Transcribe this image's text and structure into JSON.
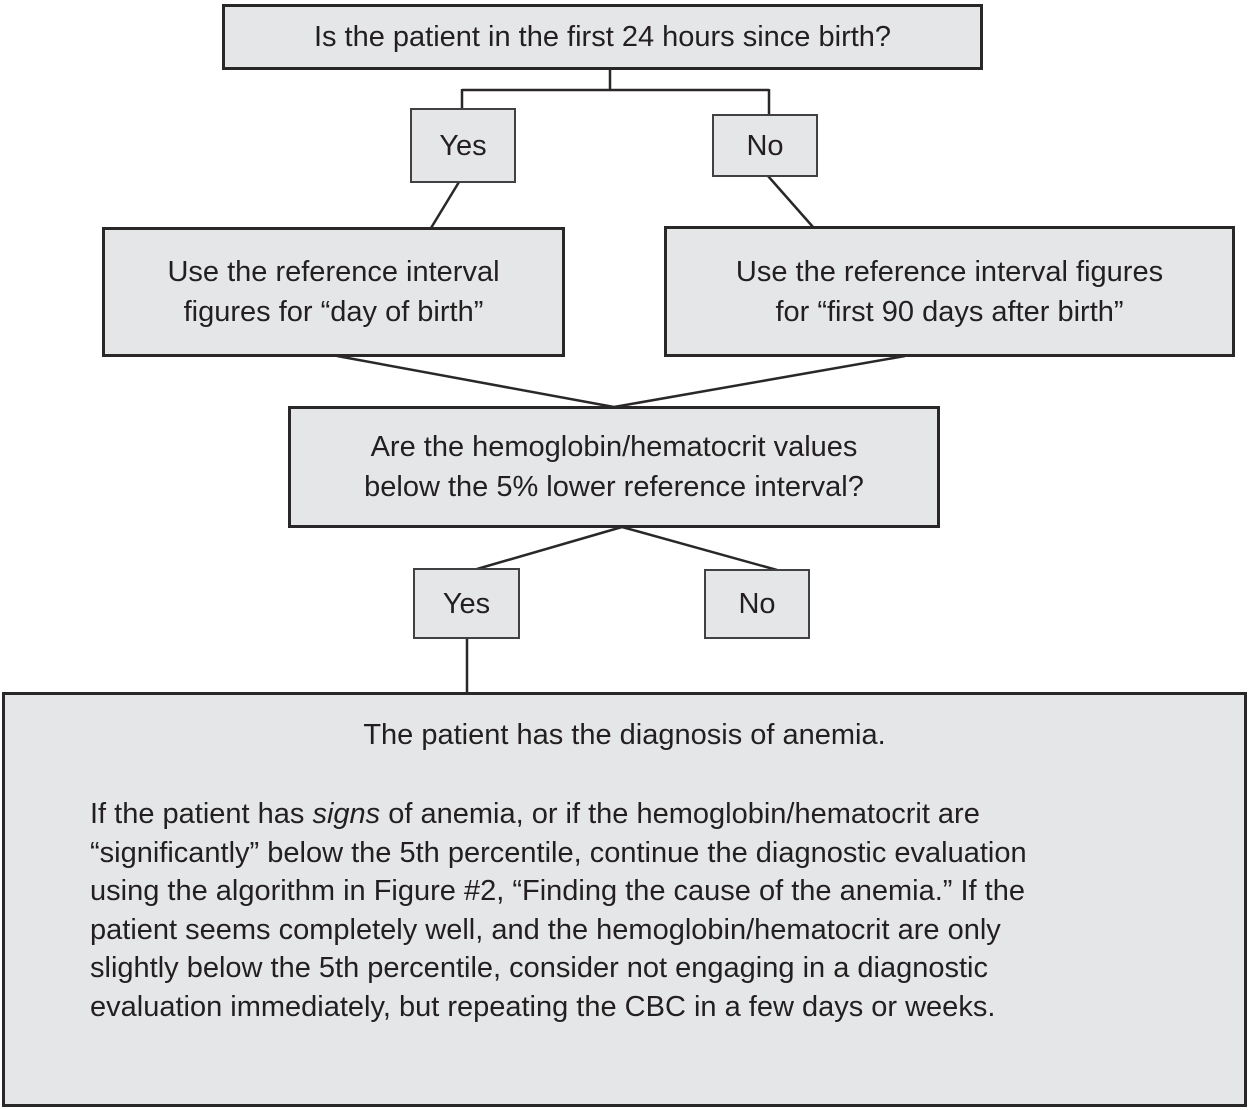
{
  "colors": {
    "background": "#ffffff",
    "box_fill": "#e5e6e7",
    "box_border": "#2a2728",
    "connector_line": "#2a2728",
    "text": "#231f20"
  },
  "flowchart": {
    "q1": {
      "text": "Is the patient in the first 24 hours since birth?"
    },
    "branch1": {
      "yes": "Yes",
      "no": "No"
    },
    "ref_day": {
      "line1": "Use the reference interval",
      "line2": "figures for “day of birth”"
    },
    "ref_90": {
      "line1": "Use the reference interval figures",
      "line2": "for “first 90 days after birth”"
    },
    "q2": {
      "line1": "Are the hemoglobin/hematocrit values",
      "line2": "below the 5% lower reference interval?"
    },
    "branch2": {
      "yes": "Yes",
      "no": "No"
    },
    "result": {
      "heading": "The patient has the diagnosis of anemia.",
      "para_line1_pre": "If the patient has ",
      "para_line1_italic": "signs",
      "para_line1_post": " of anemia, or if the hemoglobin/hematocrit are",
      "para_line2": "“significantly” below the 5th percentile, continue the diagnostic evaluation",
      "para_line3": "using the algorithm in Figure #2, “Finding the cause of the anemia.” If the",
      "para_line4": "patient seems completely well, and the hemoglobin/hematocrit are only",
      "para_line5": "slightly below the 5th percentile, consider not engaging in a diagnostic",
      "para_line6": "evaluation immediately, but repeating the CBC in a few days or weeks."
    }
  }
}
